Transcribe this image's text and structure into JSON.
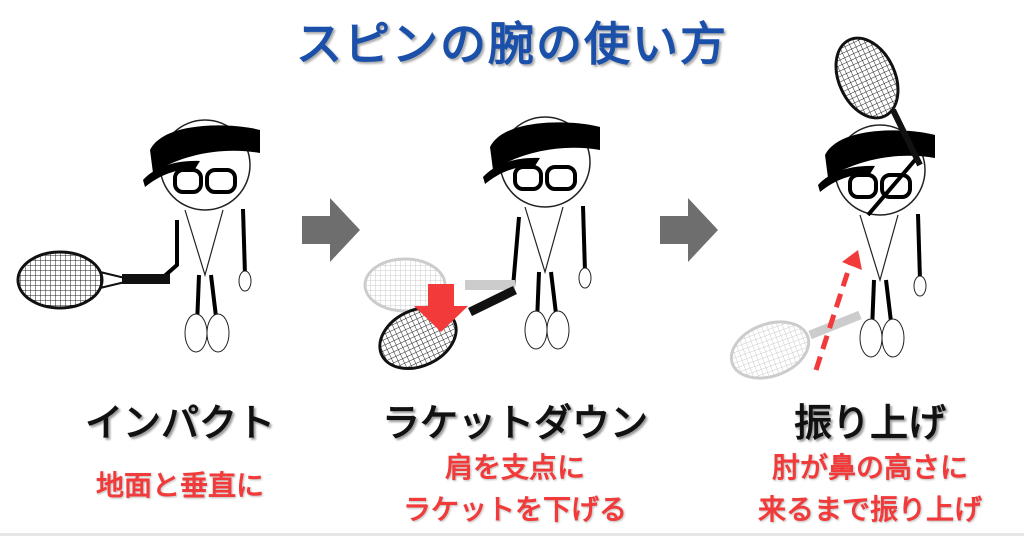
{
  "title": "スピンの腕の使い方",
  "steps": [
    {
      "label": "インパクト",
      "note_lines": [
        "地面と垂直に"
      ]
    },
    {
      "label": "ラケットダウン",
      "note_lines": [
        "肩を支点に",
        "ラケットを下げる"
      ]
    },
    {
      "label": "振り上げ",
      "note_lines": [
        "肘が鼻の高さに",
        "来るまで振り上げ"
      ]
    }
  ],
  "colors": {
    "title": "#1a4faa",
    "note": "#f23a3a",
    "arrow": "#6e6e6e",
    "ghost": "#cccccc"
  }
}
